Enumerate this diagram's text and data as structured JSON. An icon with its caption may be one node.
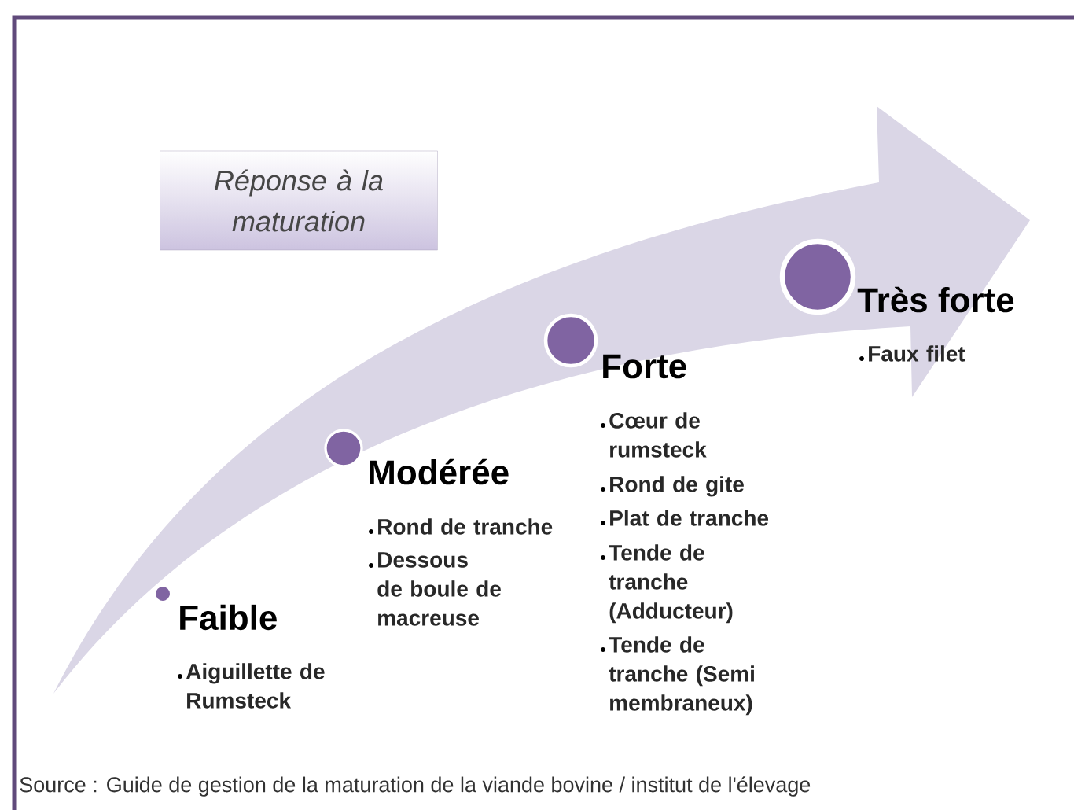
{
  "diagram": {
    "caption": "Source : Guide de gestion de la maturation de la viande bovine / institut de l'élevage",
    "nodes": [
      {
        "text": [
          "Réponse à la maturation"
        ]
      },
      {
        "text": [
          "Faible"
        ],
        "beside": [
          "Aiguillette de Rumsteck"
        ]
      },
      {
        "text": [
          "Modérée"
        ],
        "beside": [
          "Rond de tranche",
          "Dessous de boule de macreuse"
        ]
      },
      {
        "text": [
          "Forte"
        ],
        "beside": [
          "Cœur de rumsteck",
          "Rond de gite",
          "Plat de tranche",
          "Tende de tranche (Adducteur)",
          "Tende de tranche (Semi membraneux)"
        ]
      },
      {
        "text": [
          "Très forte"
        ],
        "beside": [
          "Faux filet"
        ]
      }
    ],
    "edges": []
  }
}
